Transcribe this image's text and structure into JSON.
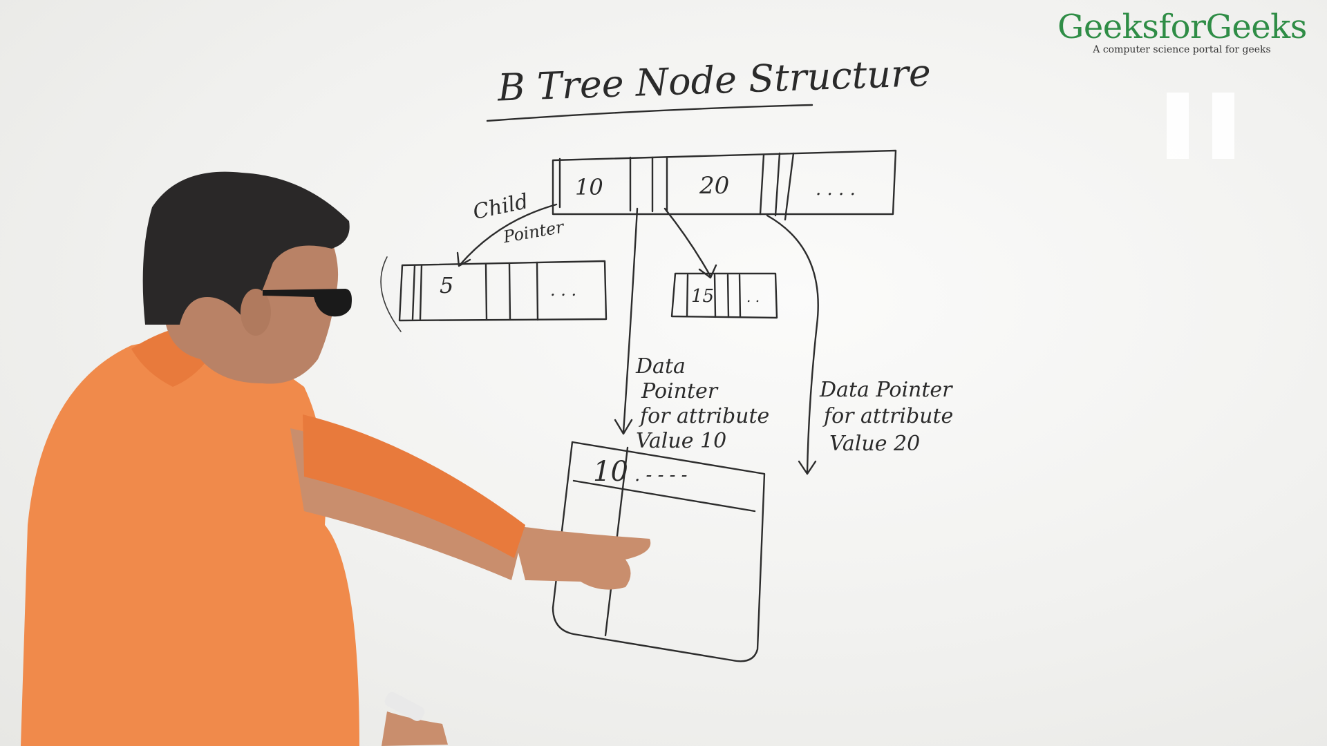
{
  "board": {
    "title": "B Tree Node Structure",
    "root_node": {
      "keys": [
        "10",
        "20"
      ],
      "ellipsis": ". . . ."
    },
    "left_child": {
      "key": "5",
      "ellipsis": ". . ."
    },
    "middle_child": {
      "key": "15",
      "ellipsis": ". ."
    },
    "data_block": {
      "key": "10",
      "dashes": ". - - - -"
    },
    "labels": {
      "child_word": "Child",
      "pointer_word": "Pointer",
      "data_pointer_10": [
        "Data",
        "Pointer",
        "for attribute",
        "Value 10"
      ],
      "data_pointer_20": [
        "Data Pointer",
        "for attribute",
        "Value 20"
      ]
    }
  },
  "logo": {
    "name": "GeeksforGeeks",
    "tagline": "A computer science portal for geeks",
    "color": "#2f8d46"
  },
  "overlay": {
    "icon": "pause-icon"
  },
  "colors": {
    "shirt": "#f08a4b",
    "ink": "#2c2c2c",
    "board": "#f3f3f1"
  }
}
